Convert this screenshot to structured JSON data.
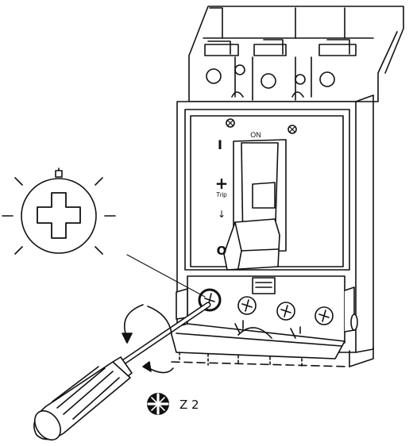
{
  "labels": {
    "on_mark": "ON",
    "position_on_symbol": "I",
    "trip_symbol": "+",
    "trip_text": "Trip",
    "trip_arrow": "↓",
    "position_off_symbol": "O",
    "tool_size": "Z 2"
  },
  "icons": {
    "tool_bit": "phillips-screwdriver-bit-icon",
    "detail_view": "phillips-screw-head-detail-icon"
  },
  "colors": {
    "line": "#111111",
    "fill": "#ffffff"
  }
}
